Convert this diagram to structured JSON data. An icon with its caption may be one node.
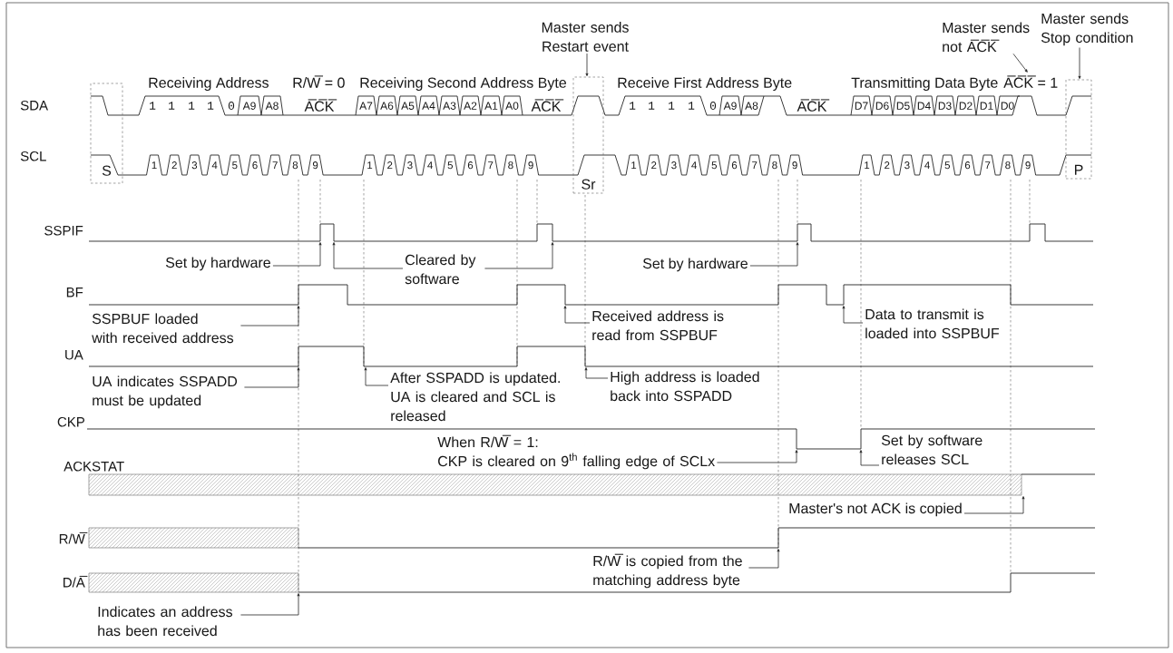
{
  "diagram": {
    "nodes": [
      {
        "text": [
          "Master sends Restart event"
        ]
      },
      {
        "text": [
          "Master sends not A̅C̅K̅"
        ]
      },
      {
        "text": [
          "Master sends Stop condition"
        ]
      },
      {
        "text": [
          "A̅C̅K̅ = 1"
        ]
      },
      {
        "text": [],
        "shape": "waveform"
      },
      {
        "text": [
          "S"
        ]
      },
      {
        "text": [],
        "shape": "waveform"
      },
      {
        "text": [
          "Sr"
        ]
      },
      {
        "text": [
          "P"
        ]
      },
      {
        "text": [],
        "shape": "waveform"
      },
      {
        "text": [
          "Set by hardware"
        ]
      },
      {
        "text": [
          "Cleared by software"
        ]
      },
      {
        "text": [
          "Set by hardware"
        ]
      },
      {
        "text": [],
        "shape": "waveform"
      },
      {
        "text": [
          "SSPBUF loaded with received address"
        ]
      },
      {
        "text": [
          "Received address is read from SSPBUF"
        ]
      },
      {
        "text": [
          "Data to transmit is loaded into SSPBUF"
        ]
      },
      {
        "text": [],
        "shape": "waveform"
      },
      {
        "text": [
          "UA indicates SSPADD must be updated"
        ]
      },
      {
        "text": [
          "After SSPADD is updated. UA is cleared and SCL is released"
        ]
      },
      {
        "text": [
          "High address is loaded back into SSPADD"
        ]
      },
      {
        "text": [],
        "shape": "waveform"
      },
      {
        "text": [
          "When R/W̅ = 1: CKP is cleared on 9$^{th}$ falling edge of SCLx"
        ]
      },
      {
        "text": [
          "Set by software releases SCL"
        ]
      },
      {
        "text": [],
        "shape": "waveform"
      },
      {
        "text": [
          "Master's not ACK is copied"
        ]
      },
      {
        "text": [],
        "shape": "waveform"
      },
      {
        "text": [
          "R/W̅ is copied from the matching address byte"
        ]
      },
      {
        "text": [],
        "shape": "waveform"
      },
      {
        "text": [
          "Indicates an address has been received"
        ]
      }
    ],
    "edges": [
      {
        "from": 0,
        "to": 7,
        "arrow": "to"
      },
      {
        "from": 1,
        "to": 3,
        "arrow": "to"
      },
      {
        "from": 2,
        "to": 8,
        "arrow": "to"
      },
      {
        "from": 10,
        "to": 9,
        "arrow": "to"
      },
      {
        "from": 11,
        "to": 9,
        "arrow": "to"
      },
      {
        "from": 11,
        "to": 9,
        "arrow": "to"
      },
      {
        "from": 12,
        "to": 9,
        "arrow": "to"
      },
      {
        "from": 14,
        "to": 13,
        "arrow": "to"
      },
      {
        "from": 15,
        "to": 13,
        "arrow": "to"
      },
      {
        "from": 16,
        "to": 13,
        "arrow": "to"
      },
      {
        "from": 18,
        "to": 17,
        "arrow": "to"
      },
      {
        "from": 19,
        "to": 17,
        "arrow": "to"
      },
      {
        "from": 20,
        "to": 17,
        "arrow": "to"
      },
      {
        "from": 22,
        "to": 21,
        "arrow": "to"
      },
      {
        "from": 23,
        "to": 21,
        "arrow": "to"
      },
      {
        "from": 25,
        "to": 24,
        "arrow": "to"
      },
      {
        "from": 27,
        "to": 26,
        "arrow": "to"
      },
      {
        "from": 29,
        "to": 28,
        "arrow": "to"
      }
    ],
    "labels": [
      "Receiving Address",
      "R/W̅ = 0",
      "Receiving Second Address Byte",
      "Receive First Address Byte",
      "Transmitting Data Byte",
      "SDA",
      "1",
      "1",
      "1",
      "1",
      "0",
      "A9",
      "A8",
      "A̅C̅K̅",
      "A7",
      "A6",
      "A5",
      "A4",
      "A3",
      "A2",
      "A1",
      "A0",
      "A̅C̅K̅",
      "1",
      "1",
      "1",
      "1",
      "0",
      "A9",
      "A8",
      "A̅C̅K̅",
      "D7",
      "D6",
      "D5",
      "D4",
      "D3",
      "D2",
      "D1",
      "D0",
      "SCL",
      "1",
      "2",
      "3",
      "4",
      "5",
      "6",
      "7",
      "8",
      "9",
      "1",
      "2",
      "3",
      "4",
      "5",
      "6",
      "7",
      "8",
      "9",
      "1",
      "2",
      "3",
      "4",
      "5",
      "6",
      "7",
      "8",
      "9",
      "1",
      "2",
      "3",
      "4",
      "5",
      "6",
      "7",
      "8",
      "9",
      "SSPIF",
      "BF",
      "UA",
      "CKP",
      "ACKSTAT",
      "R/W̅",
      "D/A̅"
    ]
  }
}
